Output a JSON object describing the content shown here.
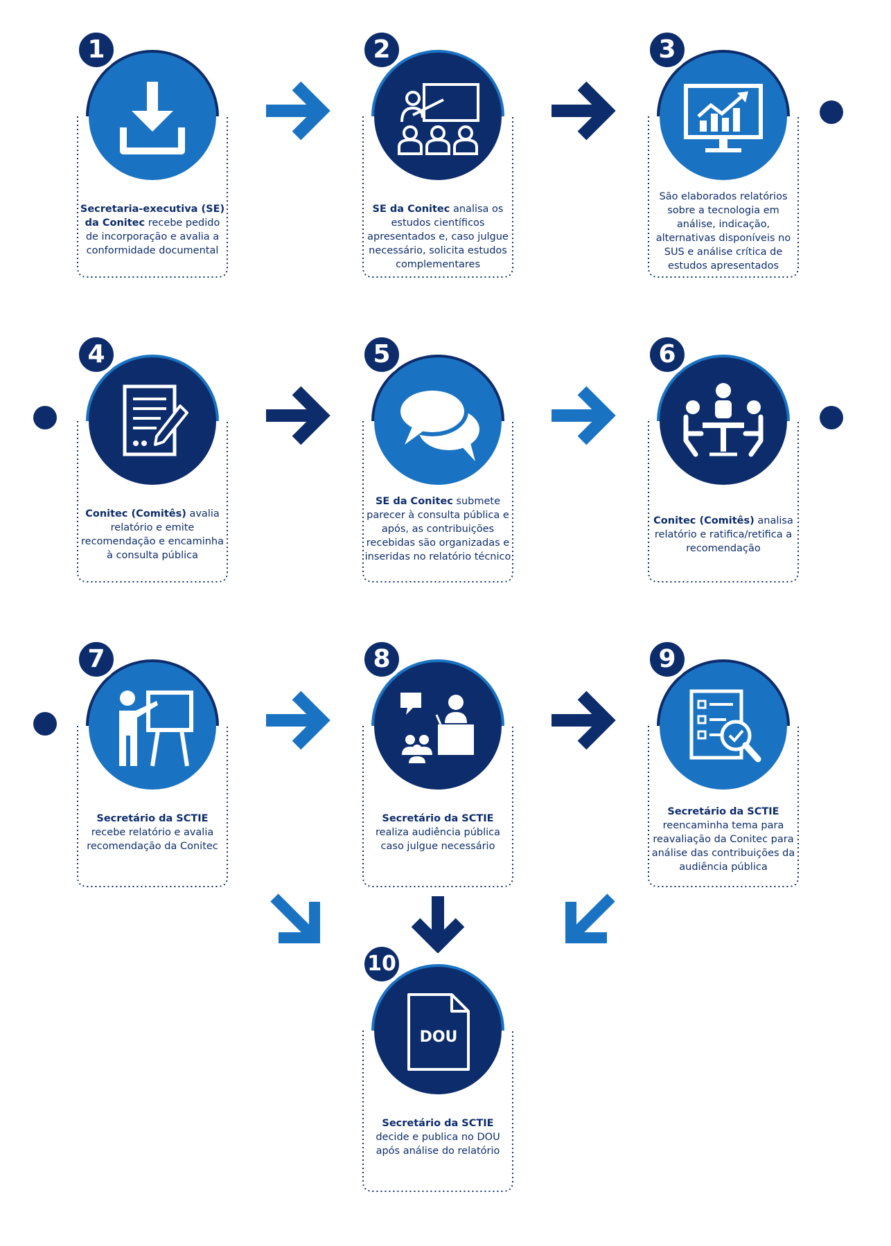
{
  "colors": {
    "dark_blue": "#0d2c6b",
    "light_blue": "#1a73c2",
    "background": "#ffffff"
  },
  "steps": [
    {
      "number": "1",
      "icon": "download-icon",
      "bold": "Secretaria-executiva (SE) da Conitec",
      "text": " recebe pedido de incorporação e avalia a conformidade documental"
    },
    {
      "number": "2",
      "icon": "presentation-audience-icon",
      "bold": "SE da Conitec",
      "text": " analisa os estudos científicos apresentados e, caso julgue necessário, solicita estudos complementares"
    },
    {
      "number": "3",
      "icon": "monitor-chart-icon",
      "bold": "",
      "text": "São elaborados relatórios sobre a tecnologia em análise, indicação, alternativas disponíveis no SUS e análise crítica de estudos apresentados"
    },
    {
      "number": "4",
      "icon": "document-pen-icon",
      "bold": "Conitec (Comitês)",
      "text": " avalia relatório e emite recomendação e encaminha à consulta pública"
    },
    {
      "number": "5",
      "icon": "chat-bubbles-icon",
      "bold": "SE da Conitec",
      "text": " submete parecer à consulta pública e após, as contribuições recebidas são organizadas e inseridas no relatório técnico"
    },
    {
      "number": "6",
      "icon": "meeting-table-icon",
      "bold": "Conitec (Comitês)",
      "text": " analisa relatório e ratifica/retifica a recomendação"
    },
    {
      "number": "7",
      "icon": "presenter-board-icon",
      "bold": "Secretário da SCTIE",
      "text": " recebe relatório e avalia recomendação da Conitec"
    },
    {
      "number": "8",
      "icon": "public-hearing-icon",
      "bold": "Secretário da SCTIE",
      "text": " realiza audiência pública caso julgue necessário"
    },
    {
      "number": "9",
      "icon": "checklist-magnifier-icon",
      "bold": "Secretário da  SCTIE",
      "text": " reencaminha tema para reavaliação da Conitec para análise das contribuições da audiência pública"
    },
    {
      "number": "10",
      "icon": "dou-document-icon",
      "icon_label": "DOU",
      "bold": "Secretário da SCTIE",
      "text": " decide e publica no DOU após análise do relatório"
    }
  ]
}
